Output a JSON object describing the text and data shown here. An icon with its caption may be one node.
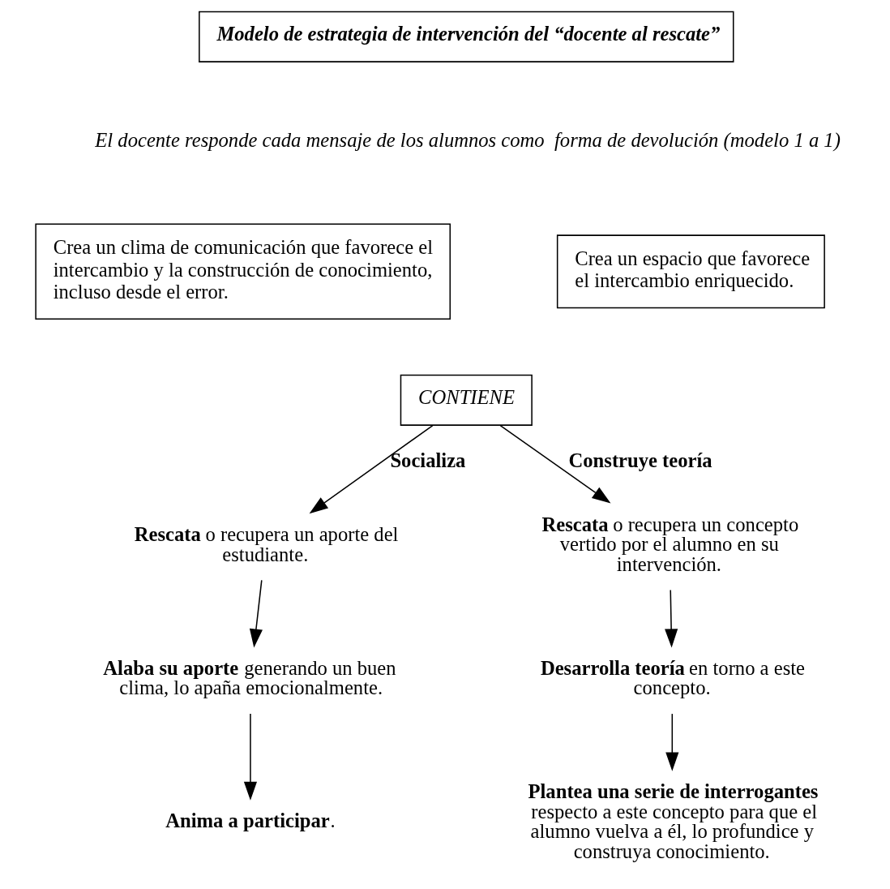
{
  "diagram": {
    "nodes": [
      {
        "text": [
          "Modelo de estrategia de intervención del “docente al rescate”"
        ]
      },
      {
        "text": [
          "Crea un clima de comunicación que favorece el intercambio y la construcción de conocimiento, incluso desde el error."
        ]
      },
      {
        "text": [
          "Crea un espacio que favorece el intercambio enriquecido."
        ]
      },
      {
        "text": [
          "CONTIENE"
        ]
      },
      {
        "text": [
          "**Rescata** o recupera un aporte del estudiante."
        ]
      },
      {
        "text": [
          "**Alaba su aporte** generando un buen clima, lo apaña emocionalmente."
        ]
      },
      {
        "text": [
          "**Anima a participar**."
        ]
      },
      {
        "text": [
          "**Rescata** o recupera un concepto vertido por el alumno en su intervención."
        ]
      },
      {
        "text": [
          "**Desarrolla teoría** en torno a este concepto."
        ]
      },
      {
        "text": [
          "**Plantea una serie de interrogantes** respecto a este concepto para que el alumno vuelva a él, lo profundice y construya conocimiento."
        ]
      }
    ],
    "edges": [
      {
        "from": 3,
        "to": 4,
        "arrow": "to",
        "label": "Socializa"
      },
      {
        "from": 3,
        "to": 7,
        "arrow": "to",
        "label": "Construye teoría"
      },
      {
        "from": 4,
        "to": 5,
        "arrow": "to"
      },
      {
        "from": 5,
        "to": 6,
        "arrow": "to"
      },
      {
        "from": 7,
        "to": 8,
        "arrow": "to"
      },
      {
        "from": 8,
        "to": 9,
        "arrow": "to"
      }
    ],
    "labels": [
      "El docente responde cada mensaje de los alumnos como  forma de devolución (modelo 1 a 1)"
    ]
  }
}
